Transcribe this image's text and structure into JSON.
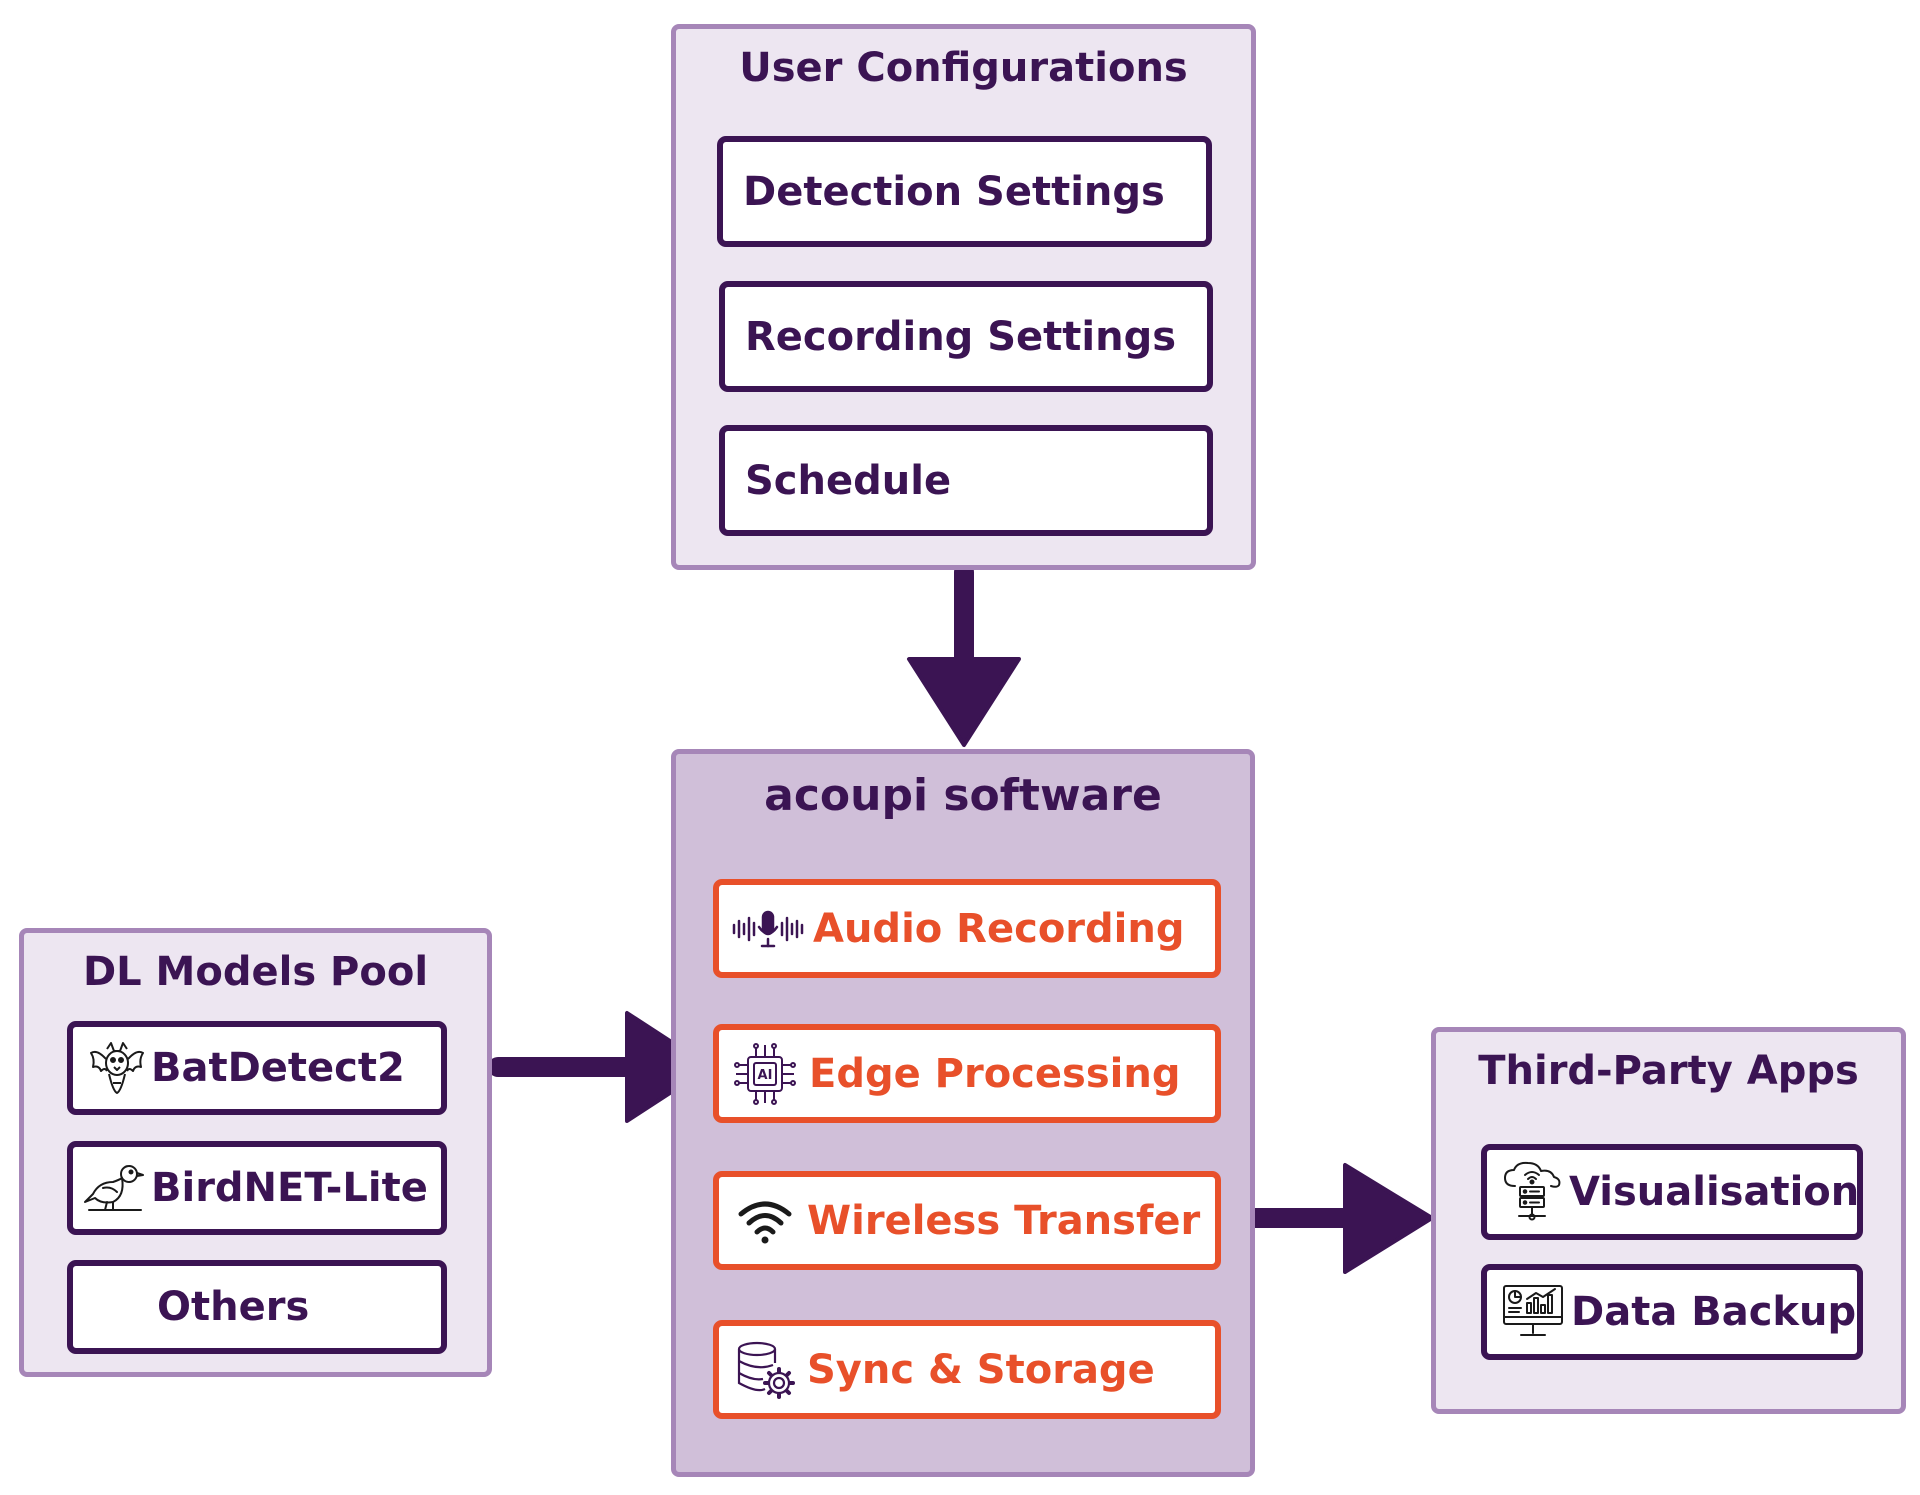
{
  "colors": {
    "accent": "#3b1453",
    "orange": "#e8502a",
    "group_border": "#a686b8",
    "group_fill": "#ede6f1",
    "core_fill": "#d0bfd9"
  },
  "user_config": {
    "title": "User Configurations",
    "items": [
      {
        "label": "Detection Settings"
      },
      {
        "label": "Recording Settings"
      },
      {
        "label": "Schedule"
      }
    ]
  },
  "acoupi": {
    "title": "acoupi software",
    "items": [
      {
        "label": "Audio Recording",
        "icon": "microphone-waveform-icon"
      },
      {
        "label": "Edge Processing",
        "icon": "ai-chip-icon"
      },
      {
        "label": "Wireless Transfer",
        "icon": "wifi-icon"
      },
      {
        "label": "Sync & Storage",
        "icon": "database-gear-icon"
      }
    ]
  },
  "dl_models": {
    "title": "DL Models Pool",
    "items": [
      {
        "label": "BatDetect2",
        "icon": "bat-icon"
      },
      {
        "label": "BirdNET-Lite",
        "icon": "bird-icon"
      },
      {
        "label": "Others"
      }
    ]
  },
  "third_party": {
    "title": "Third-Party Apps",
    "items": [
      {
        "label": "Visualisation",
        "icon": "cloud-server-icon"
      },
      {
        "label": "Data Backup",
        "icon": "monitor-chart-icon"
      }
    ]
  }
}
